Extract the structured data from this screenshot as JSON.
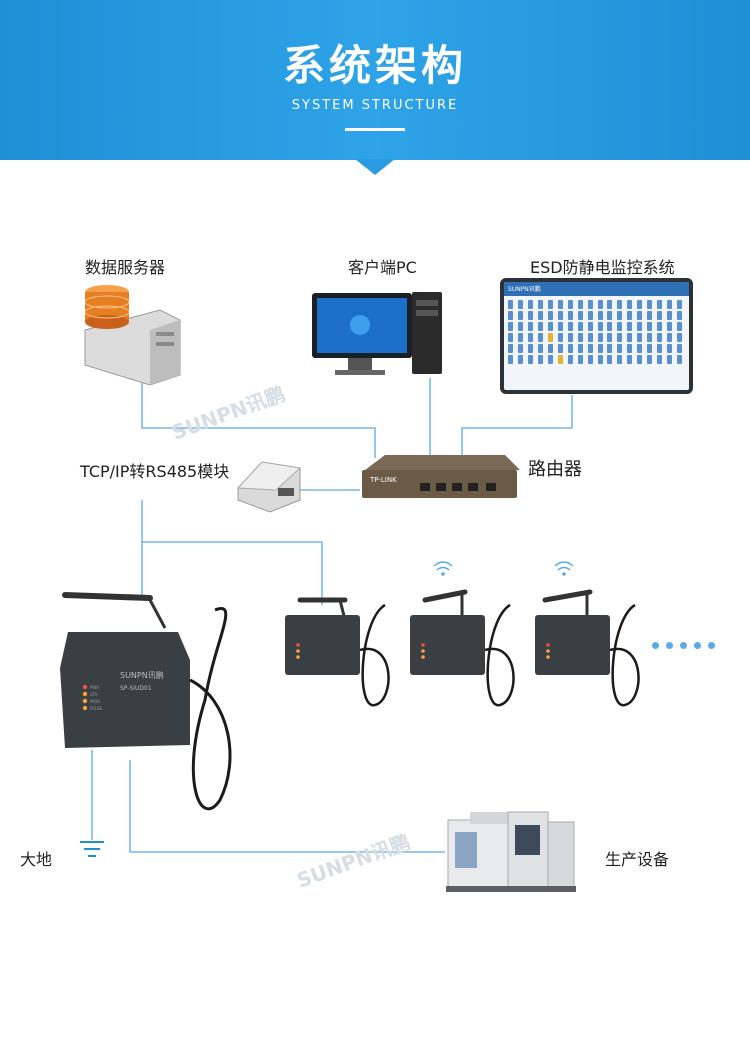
{
  "header": {
    "title": "系统架构",
    "subtitle": "SYSTEM STRUCTURE"
  },
  "nodes": {
    "server": "数据服务器",
    "client": "客户端PC",
    "esd_system": "ESD防静电监控系统",
    "converter": "TCP/IP转RS485模块",
    "router": "路由器",
    "ground": "大地",
    "equipment": "生产设备"
  },
  "devices": {
    "main_unit_brand": "SUNPN讯鹏",
    "main_unit_model": "SP-SIUD01",
    "main_unit_leds": [
      "PWR",
      "STA",
      "PASS",
      "FALSE"
    ],
    "router_brand": "TP-LINK",
    "monitor_header": "SUNPN讯鹏"
  },
  "watermark": "SUNPN讯鹏",
  "colors": {
    "banner": "#2a9be2",
    "line": "#5aaae6",
    "device": "#3a3f44"
  }
}
